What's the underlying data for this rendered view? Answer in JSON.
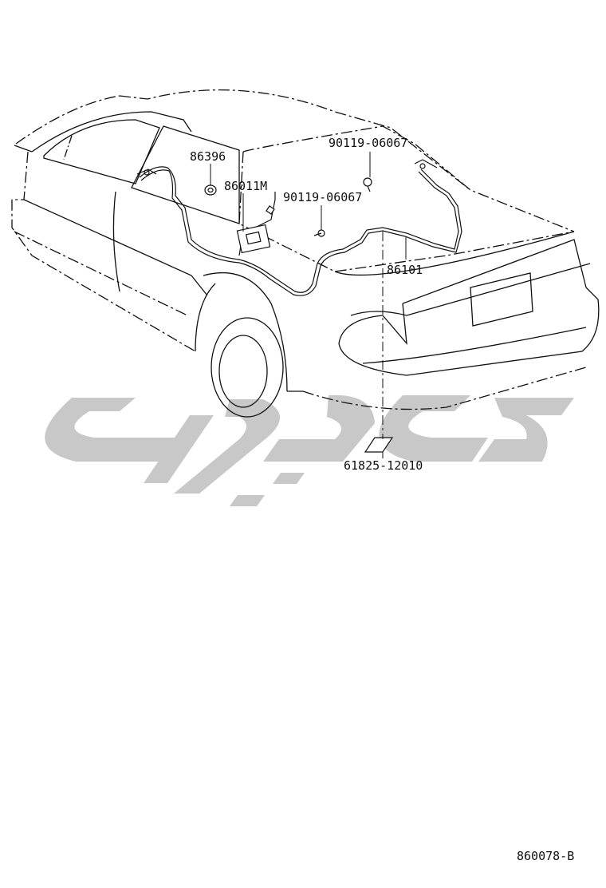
{
  "callouts": {
    "p86396": "86396",
    "p86011m": "86011M",
    "p90119_upper": "90119-06067",
    "p90119_lower": "90119-06067",
    "p86101": "86101",
    "p61825": "61825-12010"
  },
  "diagram_ref": "860078-B",
  "colors": {
    "line": "#111111",
    "watermark": "#c8c8c8"
  }
}
